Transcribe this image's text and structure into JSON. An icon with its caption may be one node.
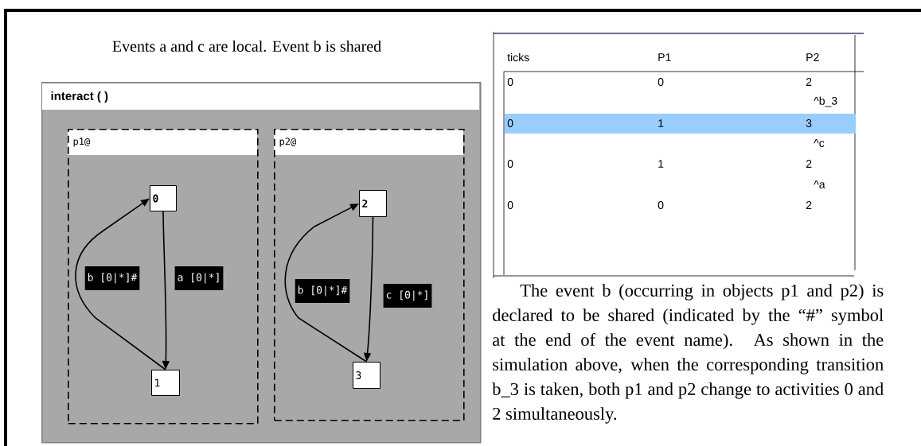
{
  "diagram": {
    "title": "Events a and c are local. Event b is shared",
    "nodes": [
      {
        "text": [
          "interact ( )"
        ]
      },
      {
        "text": [
          "p1@"
        ],
        "in": 0
      },
      {
        "text": [
          "p2@"
        ],
        "in": 0
      },
      {
        "text": [
          "0"
        ],
        "in": 1
      },
      {
        "text": [
          "1"
        ],
        "in": 1
      },
      {
        "text": [
          "2"
        ],
        "in": 2
      },
      {
        "text": [
          "3"
        ],
        "in": 2
      }
    ],
    "edges": [
      {
        "from": 4,
        "to": 3,
        "arrow": "to",
        "label": "b [0|*]#"
      },
      {
        "from": 3,
        "to": 4,
        "arrow": "to",
        "label": "a [0|*]"
      },
      {
        "from": 6,
        "to": 5,
        "arrow": "to",
        "label": "b [0|*]#"
      },
      {
        "from": 5,
        "to": 6,
        "arrow": "to",
        "label": "c [0|*]"
      }
    ],
    "labels": [
      "ticks",
      "P1",
      "P2",
      "0",
      "0",
      "2",
      "^b_3",
      "0",
      "1",
      "3",
      "^c",
      "0",
      "1",
      "2",
      "^a",
      "0",
      "0",
      "2",
      "The event b (occurring in objects p1 and p2) is declared to be shared (indicated by the “#” symbol at the end of the event name). As shown in the simulation above, when the corresponding transition b_3 is taken, both p1 and p2 change to activities 0 and 2 simultaneously."
    ]
  }
}
